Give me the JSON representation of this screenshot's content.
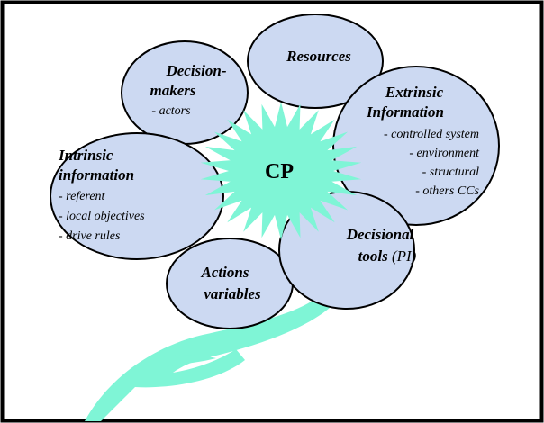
{
  "colors": {
    "petal_fill": "#ccd9f2",
    "petal_stroke": "#000000",
    "center_fill": "#7ff5d6",
    "stem_fill": "#7ff5d6",
    "frame_stroke": "#000000",
    "background": "#ffffff"
  },
  "center": {
    "label": "CP"
  },
  "petals": {
    "resources": {
      "title": "Resources"
    },
    "decision_makers": {
      "title_line1": "Decision-",
      "title_line2": "makers",
      "item1": "- actors"
    },
    "extrinsic": {
      "title_line1": "Extrinsic",
      "title_line2": "Information",
      "items": [
        "- controlled system",
        "- environment",
        "- structural",
        "- others CCs"
      ]
    },
    "intrinsic": {
      "title_line1": "Intrinsic",
      "title_line2": "information",
      "items": [
        "- referent",
        "- local objectives",
        "- drive rules"
      ]
    },
    "actions": {
      "title_line1": "Actions",
      "title_line2": "variables"
    },
    "decisional": {
      "title_line1": "Decisional",
      "title_line2": "tools",
      "title_suffix": "(PI)"
    }
  }
}
